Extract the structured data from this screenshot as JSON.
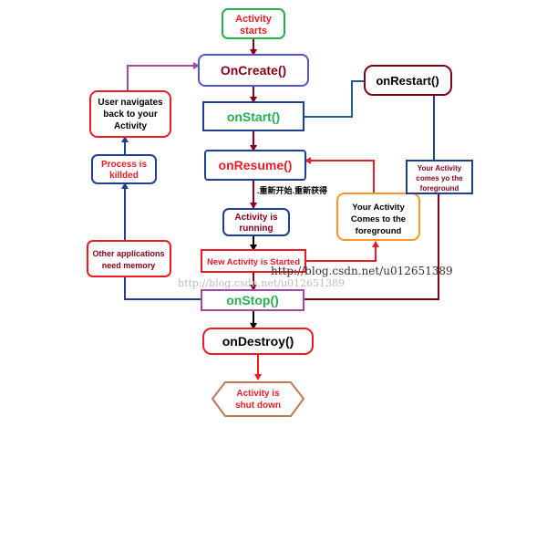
{
  "colors": {
    "green_box": "#22b14c",
    "purple_box": "#a349a4",
    "dark_red": "#880015",
    "red_text": "#ed1c24",
    "navy": "#1f3f8f",
    "orange": "#ff9526",
    "brown": "#b97a57",
    "teal": "#1f5f8f"
  },
  "nodes": {
    "activity_starts": {
      "line1": "Activity",
      "line2": "starts"
    },
    "on_create": "OnCreate()",
    "on_start": "onStart()",
    "on_resume": "onResume()",
    "on_restart": "onRestart()",
    "on_stop": "onStop()",
    "on_destroy": "onDestroy()",
    "activity_running": {
      "line1": "Activity is",
      "line2": "running"
    },
    "new_activity_started": "New Activity is Started",
    "user_navigates_back": {
      "line1": "User navigates",
      "line2": "back to your",
      "line3": "Activity"
    },
    "process_killed": {
      "line1": "Process is",
      "line2": "killded"
    },
    "other_apps_memory": {
      "line1": "Other applications",
      "line2": "need memory"
    },
    "comes_to_foreground": {
      "line1": "Your Activity",
      "line2": "Comes to the",
      "line3": "foreground"
    },
    "comes_yo_foreground": {
      "line1": "Your Activity",
      "line2": "comes yo the",
      "line3": "foreground"
    },
    "activity_shut_down": {
      "line1": "Activity is",
      "line2": "shut down"
    }
  },
  "annotations": {
    "restart_note": ".重新开始.重新获得"
  },
  "watermark": {
    "primary": "http://blog.csdn.net/u012651389",
    "secondary": "http://blog.csdn.net/u012651389"
  }
}
